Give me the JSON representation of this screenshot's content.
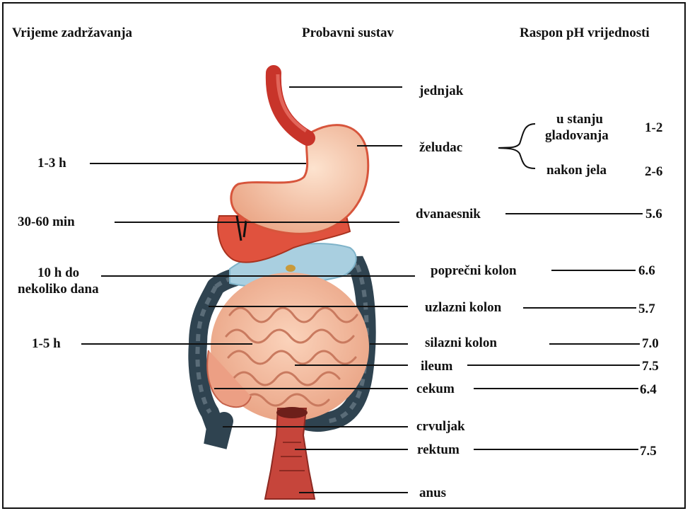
{
  "headers": {
    "left": "Vrijeme zadržavanja",
    "center": "Probavni sustav",
    "right": "Raspon pH vrijednosti"
  },
  "organs": {
    "esophagus": "jednjak",
    "stomach": "želudac",
    "duodenum": "dvanaesnik",
    "transverse_colon": "poprečni kolon",
    "ascending_colon": "uzlazni kolon",
    "descending_colon": "silazni kolon",
    "ileum": "ileum",
    "cecum": "cekum",
    "appendix": "crvuljak",
    "rectum": "rektum",
    "anus": "anus"
  },
  "stomach_states": {
    "fasting_line1": "u stanju",
    "fasting_line2": "gladovanja",
    "fed": "nakon jela"
  },
  "ph": {
    "stomach_fasting": "1-2",
    "stomach_fed": "2-6",
    "duodenum": "5.6",
    "transverse_colon": "6.6",
    "ascending_colon": "5.7",
    "descending_colon": "7.0",
    "ileum": "7.5",
    "cecum": "6.4",
    "rectum": "7.5"
  },
  "times": {
    "stomach": "1-3 h",
    "duodenum": "30-60 min",
    "colon_line1": "10 h do",
    "colon_line2": "nekoliko dana",
    "small_intestine": "1-5 h"
  },
  "colors": {
    "esophagus": "#c8342a",
    "stomach": "#f6c7a8",
    "intestine": "#f2b899",
    "colon": "#2f4350",
    "mesentery": "#a9cfe0",
    "rectum": "#c6453b"
  }
}
